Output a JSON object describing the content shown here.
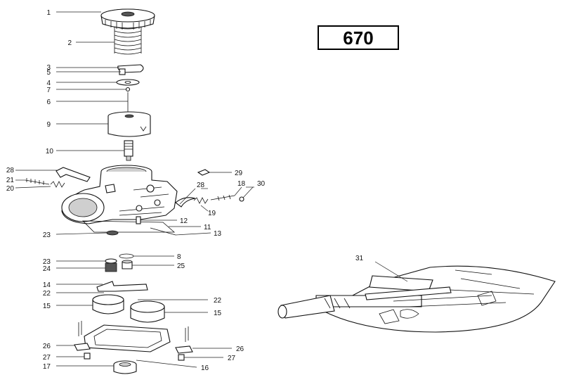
{
  "model": "670",
  "callouts": [
    {
      "id": "1",
      "label": "1"
    },
    {
      "id": "2",
      "label": "2"
    },
    {
      "id": "3",
      "label": "3"
    },
    {
      "id": "5",
      "label": "5"
    },
    {
      "id": "4",
      "label": "4"
    },
    {
      "id": "7",
      "label": "7"
    },
    {
      "id": "6",
      "label": "6"
    },
    {
      "id": "9",
      "label": "9"
    },
    {
      "id": "10",
      "label": "10"
    },
    {
      "id": "28a",
      "label": "28"
    },
    {
      "id": "21",
      "label": "21"
    },
    {
      "id": "20",
      "label": "20"
    },
    {
      "id": "29",
      "label": "29"
    },
    {
      "id": "28b",
      "label": "28"
    },
    {
      "id": "18",
      "label": "18"
    },
    {
      "id": "30",
      "label": "30"
    },
    {
      "id": "19",
      "label": "19"
    },
    {
      "id": "12",
      "label": "12"
    },
    {
      "id": "11",
      "label": "11"
    },
    {
      "id": "13",
      "label": "13"
    },
    {
      "id": "23a",
      "label": "23"
    },
    {
      "id": "8",
      "label": "8"
    },
    {
      "id": "23b",
      "label": "23"
    },
    {
      "id": "25",
      "label": "25"
    },
    {
      "id": "24",
      "label": "24"
    },
    {
      "id": "14",
      "label": "14"
    },
    {
      "id": "22a",
      "label": "22"
    },
    {
      "id": "22b",
      "label": "22"
    },
    {
      "id": "15a",
      "label": "15"
    },
    {
      "id": "15b",
      "label": "15"
    },
    {
      "id": "26a",
      "label": "26"
    },
    {
      "id": "26b",
      "label": "26"
    },
    {
      "id": "27a",
      "label": "27"
    },
    {
      "id": "27b",
      "label": "27"
    },
    {
      "id": "17",
      "label": "17"
    },
    {
      "id": "16",
      "label": "16"
    },
    {
      "id": "31",
      "label": "31"
    }
  ]
}
